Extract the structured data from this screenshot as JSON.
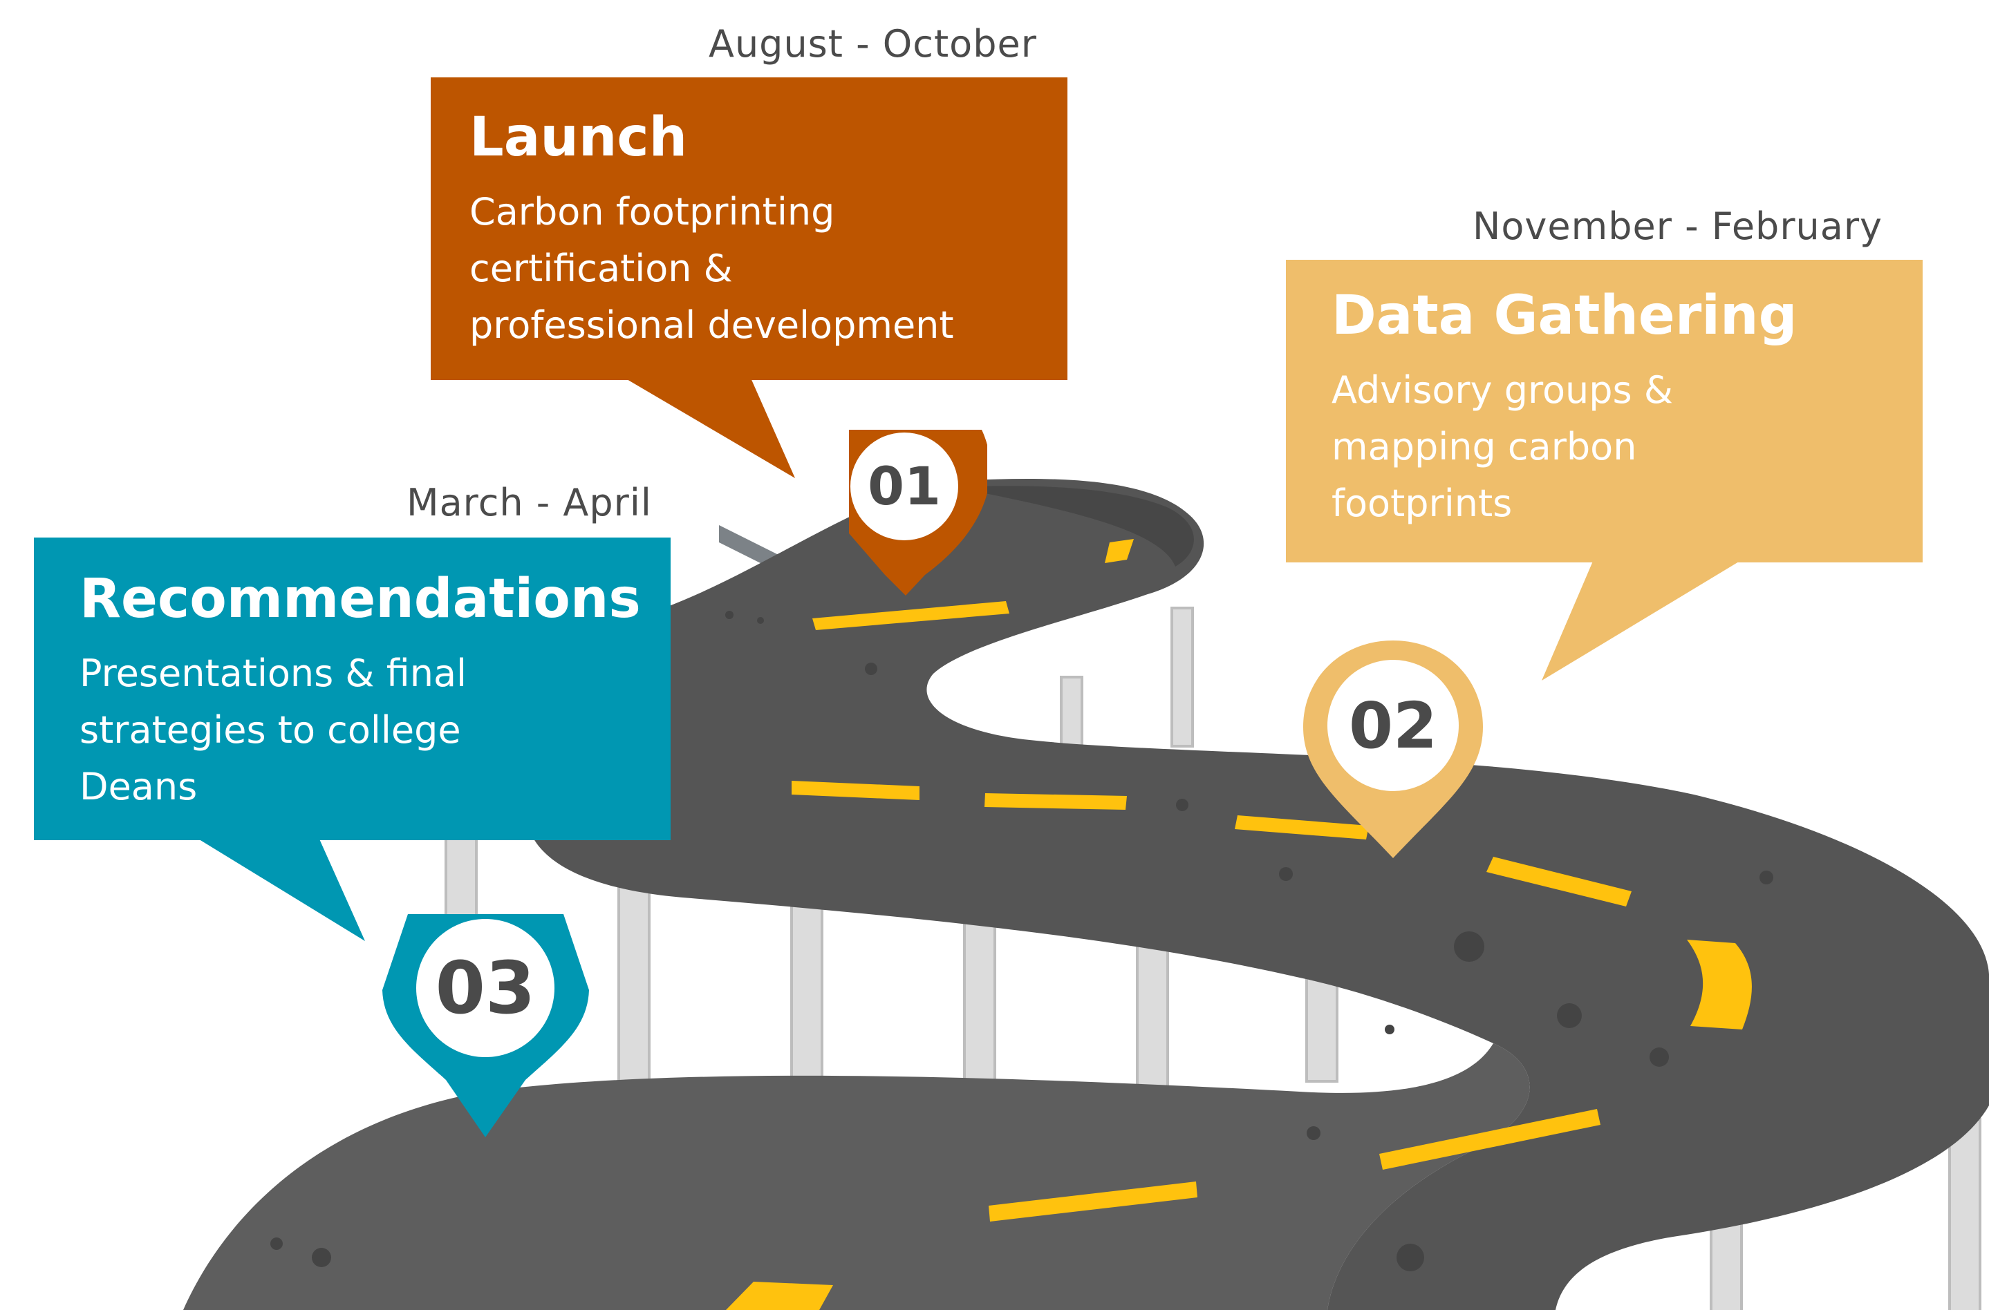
{
  "colors": {
    "launch": "#BD5500",
    "data_gathering": "#EFBE6B",
    "recommendations": "#0097B2",
    "road": "#5b5b5b",
    "road_dark": "#3f3f3f",
    "lane_marking": "#FFC20E",
    "pillar": "#d9d9d9"
  },
  "stages": [
    {
      "number": "01",
      "dates": "August - October",
      "title": "Launch",
      "description": "Carbon footprinting\ncertification &\nprofessional development"
    },
    {
      "number": "02",
      "dates": "November -  February",
      "title": "Data Gathering",
      "description": "Advisory groups &\nmapping carbon\nfootprints"
    },
    {
      "number": "03",
      "dates": "March - April",
      "title": "Recommendations",
      "description": "Presentations & final\nstrategies to college\nDeans"
    }
  ]
}
